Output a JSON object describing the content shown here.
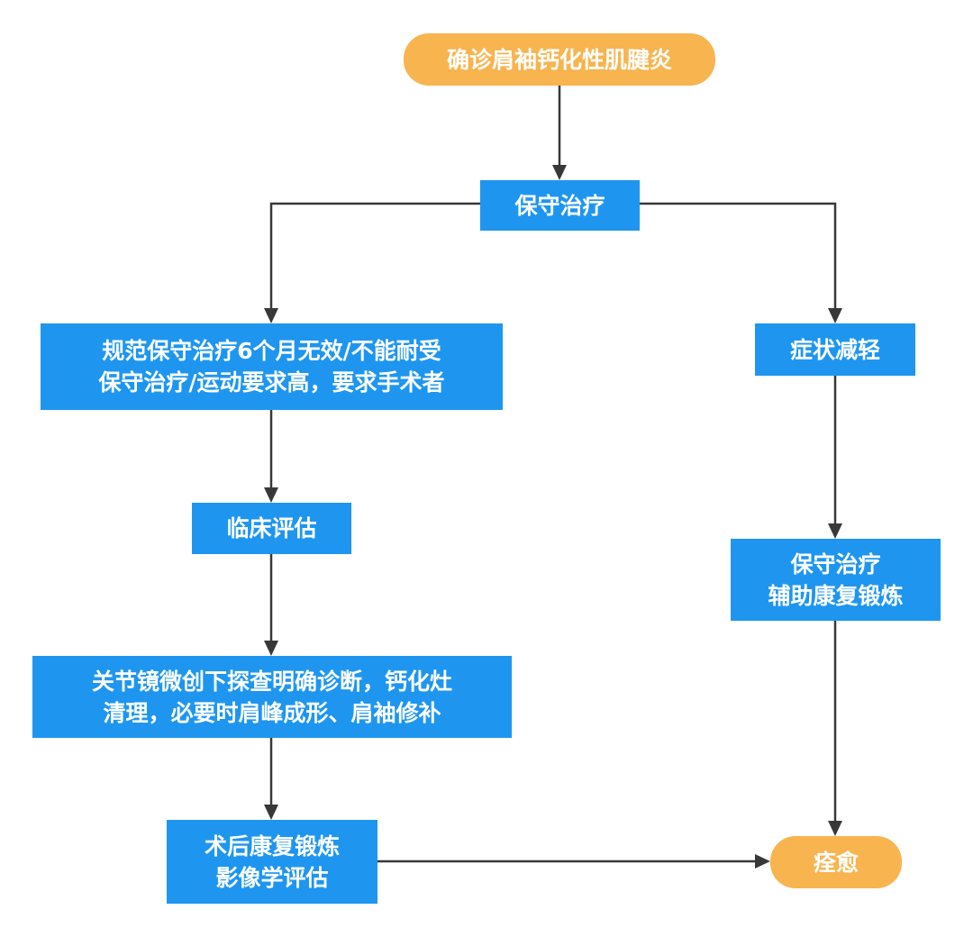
{
  "diagram": {
    "colors": {
      "process_box": "#1e96f0",
      "terminal_box": "#f8b44e",
      "connector": "#383838",
      "text": "#ffffff"
    },
    "nodes": {
      "start": {
        "shape": "rounded",
        "lines": [
          "确诊肩袖钙化性肌腱炎"
        ]
      },
      "conserve": {
        "shape": "rect",
        "lines": [
          "保守治疗"
        ]
      },
      "indication": {
        "shape": "rect",
        "lines": [
          "规范保守治疗6个月无效/不能耐受",
          "保守治疗/运动要求高，要求手术者"
        ]
      },
      "relief": {
        "shape": "rect",
        "lines": [
          "症状减轻"
        ]
      },
      "assess": {
        "shape": "rect",
        "lines": [
          "临床评估"
        ]
      },
      "rehab": {
        "shape": "rect",
        "lines": [
          "保守治疗",
          "辅助康复锻炼"
        ]
      },
      "surgery": {
        "shape": "rect",
        "lines": [
          "关节镜微创下探查明确诊断，钙化灶",
          "清理，必要时肩峰成形、肩袖修补"
        ]
      },
      "postop": {
        "shape": "rect",
        "lines": [
          "术后康复锻炼",
          "影像学评估"
        ]
      },
      "cure": {
        "shape": "rounded",
        "lines": [
          "痊愈"
        ]
      }
    },
    "edges": [
      {
        "from": "start",
        "to": "conserve"
      },
      {
        "from": "conserve",
        "to": "indication"
      },
      {
        "from": "conserve",
        "to": "relief"
      },
      {
        "from": "indication",
        "to": "assess"
      },
      {
        "from": "assess",
        "to": "surgery"
      },
      {
        "from": "surgery",
        "to": "postop"
      },
      {
        "from": "postop",
        "to": "cure"
      },
      {
        "from": "relief",
        "to": "rehab"
      },
      {
        "from": "rehab",
        "to": "cure"
      }
    ]
  }
}
